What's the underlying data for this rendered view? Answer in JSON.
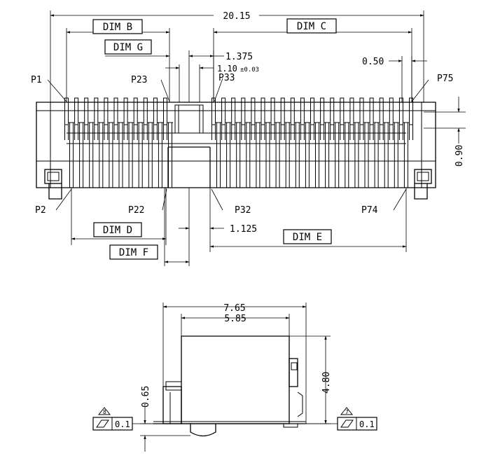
{
  "top_view": {
    "overall_width": "20.15",
    "dim_b": "DIM B",
    "dim_c": "DIM C",
    "dim_g": "DIM G",
    "dim_d": "DIM D",
    "dim_e": "DIM E",
    "dim_f": "DIM F",
    "pitch_1375": "1.375",
    "pitch_110": "1.10",
    "tolerance_110": "±0.03",
    "pitch_050": "0.50",
    "pitch_1125": "1.125",
    "height_090": "0.90",
    "pins": {
      "p1": "P1",
      "p2": "P2",
      "p22": "P22",
      "p23": "P23",
      "p32": "P32",
      "p33": "P33",
      "p74": "P74",
      "p75": "P75"
    }
  },
  "side_view": {
    "width_765": "7.65",
    "width_585": "5.85",
    "height_480": "4.80",
    "height_065": "0.65",
    "datum_left": "8",
    "datum_right": "7",
    "flatness_left": "0.1",
    "flatness_right": "0.1"
  }
}
